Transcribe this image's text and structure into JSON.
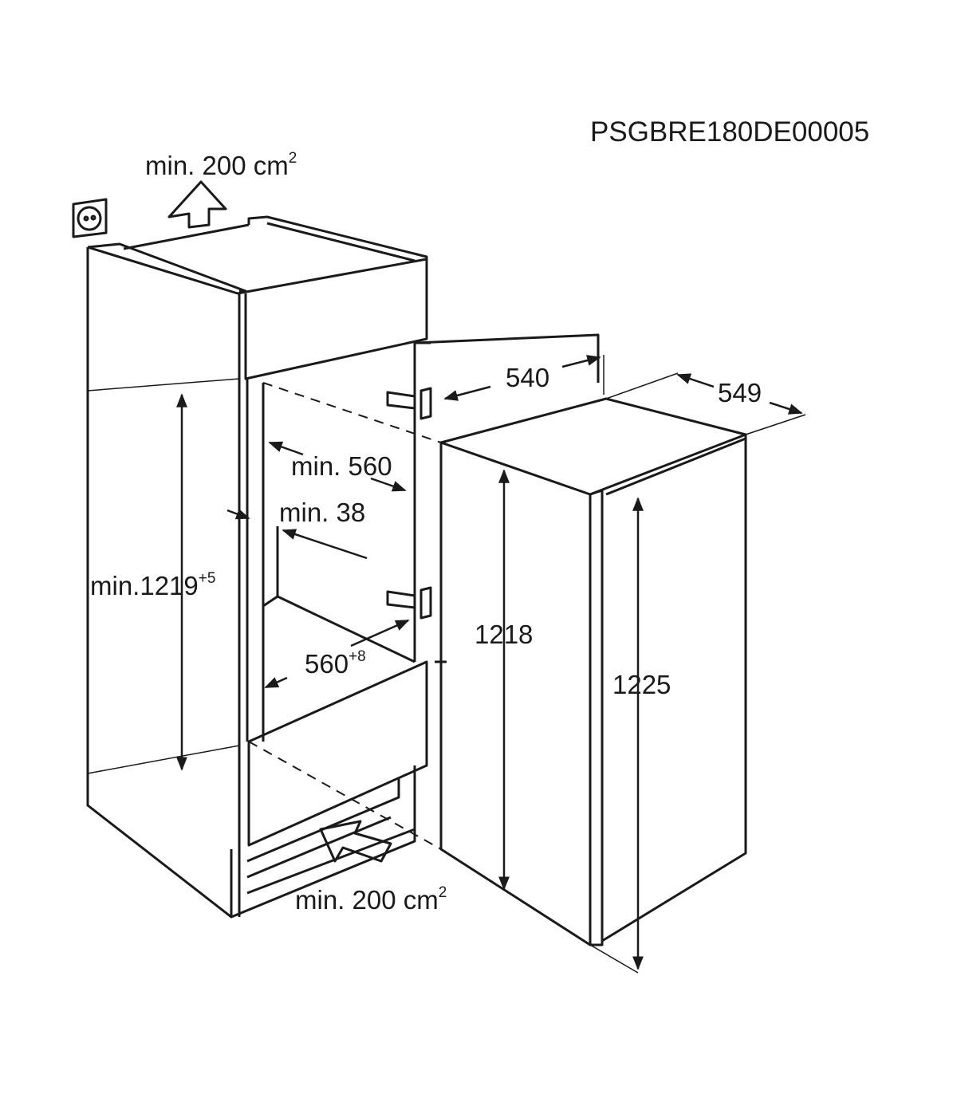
{
  "diagram": {
    "product_code": "PSGBRE180DE00005",
    "labels": {
      "vent_top": {
        "text": "min. 200 cm",
        "sup": "2"
      },
      "vent_bottom": {
        "text": "min. 200 cm",
        "sup": "2"
      },
      "depth_540": "540",
      "depth_549": "549",
      "min_depth": "min. 560",
      "min_gap": "min. 38",
      "niche_height": {
        "text": "min.1219",
        "sup": "+5"
      },
      "niche_width": {
        "text": "560",
        "sup": "+8"
      },
      "appliance_height": "1218",
      "total_height": "1225"
    },
    "colors": {
      "line": "#1a1a1a",
      "background": "#ffffff"
    }
  }
}
